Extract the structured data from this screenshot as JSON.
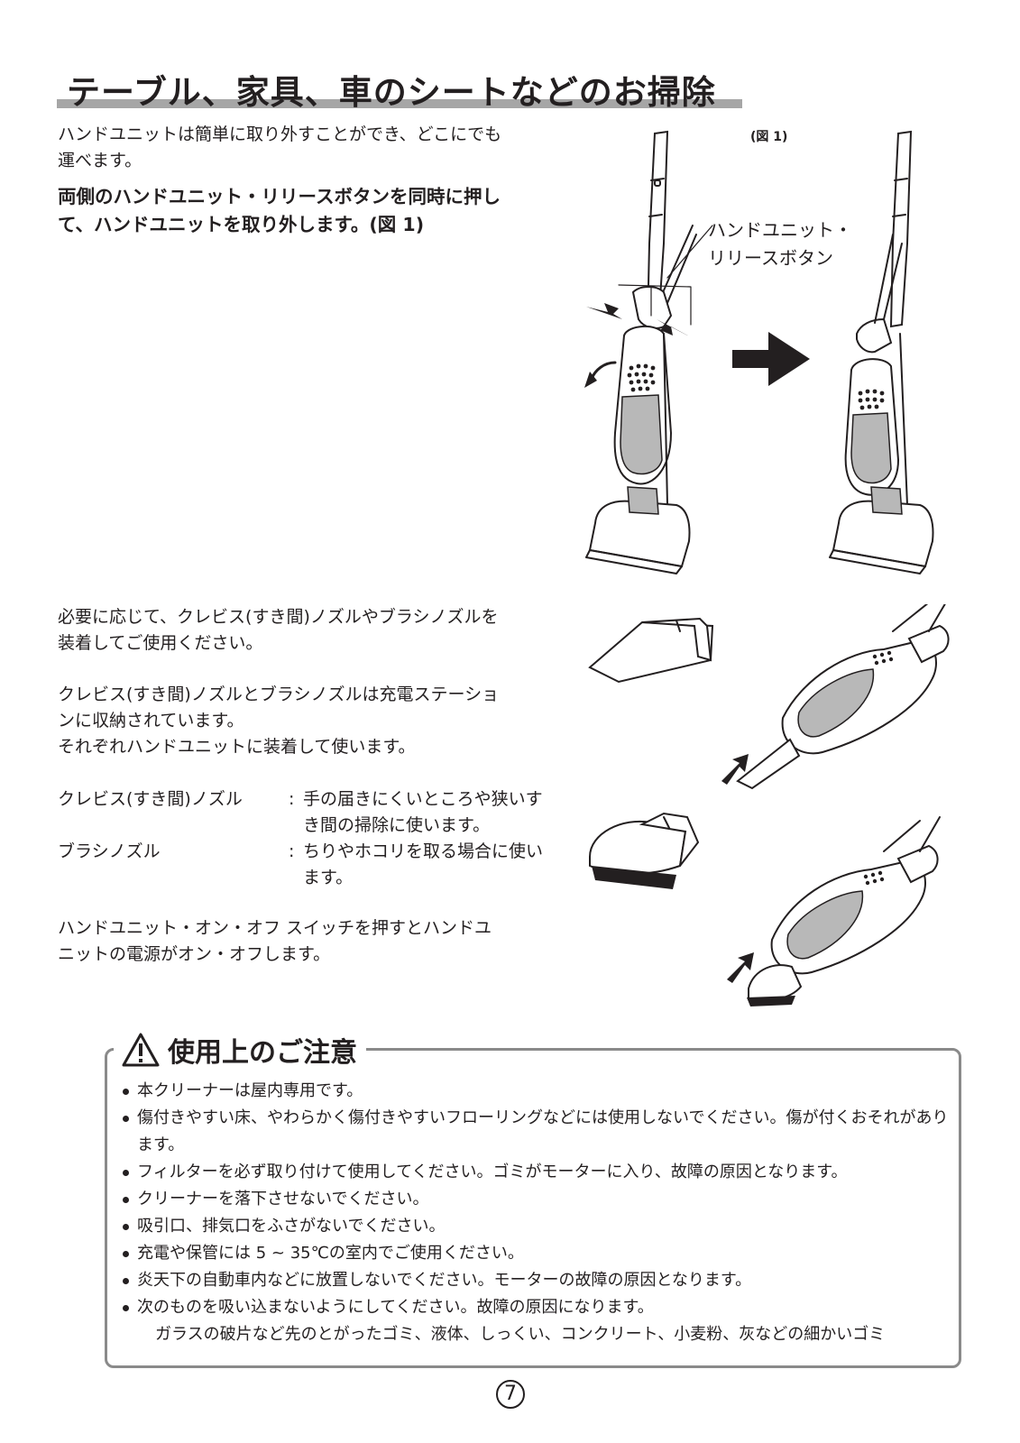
{
  "title": "テーブル、家具、車のシートなどのお掃除",
  "intro": {
    "line1": "ハンドユニットは簡単に取り外すことができ、どこにでも",
    "line2": "運べます。"
  },
  "instruction": {
    "line1": "両側のハンドユニット・リリースボタンを同時に押し",
    "line2": "て、ハンドユニットを取り外します。(図 1)"
  },
  "figure": {
    "label": "(図 1)",
    "callout_line1": "ハンドユニット・",
    "callout_line2": "リリースボタン"
  },
  "nozzle_intro": {
    "line1": "必要に応じて、クレビス(すき間)ノズルやブラシノズルを",
    "line2": "装着してご使用ください。"
  },
  "storage": {
    "line1": "クレビス(すき間)ノズルとブラシノズルは充電ステーショ",
    "line2": "ンに収納されています。",
    "line3": "それぞれハンドユニットに装着して使います。"
  },
  "nozzles": [
    {
      "term": "クレビス(すき間)ノズル",
      "colon": ":",
      "desc1": "手の届きにくいところや狭いす",
      "desc2": "き間の掃除に使います。"
    },
    {
      "term": "ブラシノズル",
      "colon": ":",
      "desc1": "ちりやホコリを取る場合に使い",
      "desc2": "ます。"
    }
  ],
  "switch_note": {
    "line1": "ハンドユニット・オン・オフ スイッチを押すとハンドユ",
    "line2": "ニットの電源がオン・オフします。"
  },
  "caution": {
    "title": "使用上のご注意",
    "items": [
      "本クリーナーは屋内専用です。",
      "傷付きやすい床、やわらかく傷付きやすいフローリングなどには使用しないでください。傷が付くおそれがあります。",
      "フィルターを必ず取り付けて使用してください。ゴミがモーターに入り、故障の原因となります。",
      "クリーナーを落下させないでください。",
      "吸引口、排気口をふさがないでください。",
      "充電や保管には 5 ~ 35℃の室内でご使用ください。",
      "炎天下の自動車内などに放置しないでください。モーターの故障の原因となります。",
      "次のものを吸い込まないようにしてください。故障の原因になります。"
    ],
    "sub_item": "ガラスの破片など先のとがったゴミ、液体、しっくい、コンクリート、小麦粉、灰などの細かいゴミ"
  },
  "page_number": "7"
}
